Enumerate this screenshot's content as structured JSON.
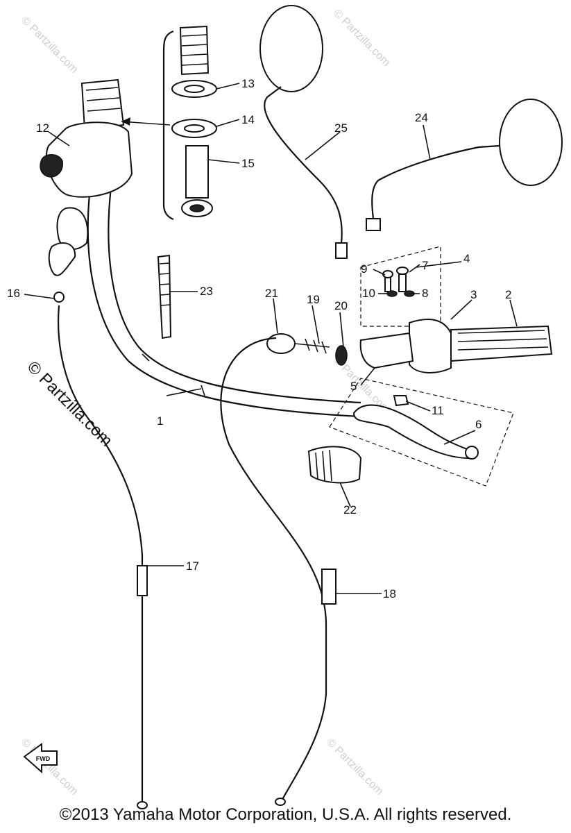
{
  "callouts": [
    {
      "id": "1",
      "label": "1"
    },
    {
      "id": "2",
      "label": "2"
    },
    {
      "id": "3",
      "label": "3"
    },
    {
      "id": "4",
      "label": "4"
    },
    {
      "id": "5",
      "label": "5"
    },
    {
      "id": "6",
      "label": "6"
    },
    {
      "id": "7",
      "label": "7"
    },
    {
      "id": "8",
      "label": "8"
    },
    {
      "id": "9",
      "label": "9"
    },
    {
      "id": "10",
      "label": "10"
    },
    {
      "id": "11",
      "label": "11"
    },
    {
      "id": "12",
      "label": "12"
    },
    {
      "id": "13",
      "label": "13"
    },
    {
      "id": "14",
      "label": "14"
    },
    {
      "id": "15",
      "label": "15"
    },
    {
      "id": "16",
      "label": "16"
    },
    {
      "id": "17",
      "label": "17"
    },
    {
      "id": "18",
      "label": "18"
    },
    {
      "id": "19",
      "label": "19"
    },
    {
      "id": "20",
      "label": "20"
    },
    {
      "id": "21",
      "label": "21"
    },
    {
      "id": "22",
      "label": "22"
    },
    {
      "id": "23",
      "label": "23"
    },
    {
      "id": "24",
      "label": "24"
    },
    {
      "id": "25",
      "label": "25"
    }
  ],
  "fwd_label": "FWD",
  "watermark": "© Partzilla.com",
  "copyright": "©2013 Yamaha Motor Corporation, U.S.A. All rights reserved."
}
